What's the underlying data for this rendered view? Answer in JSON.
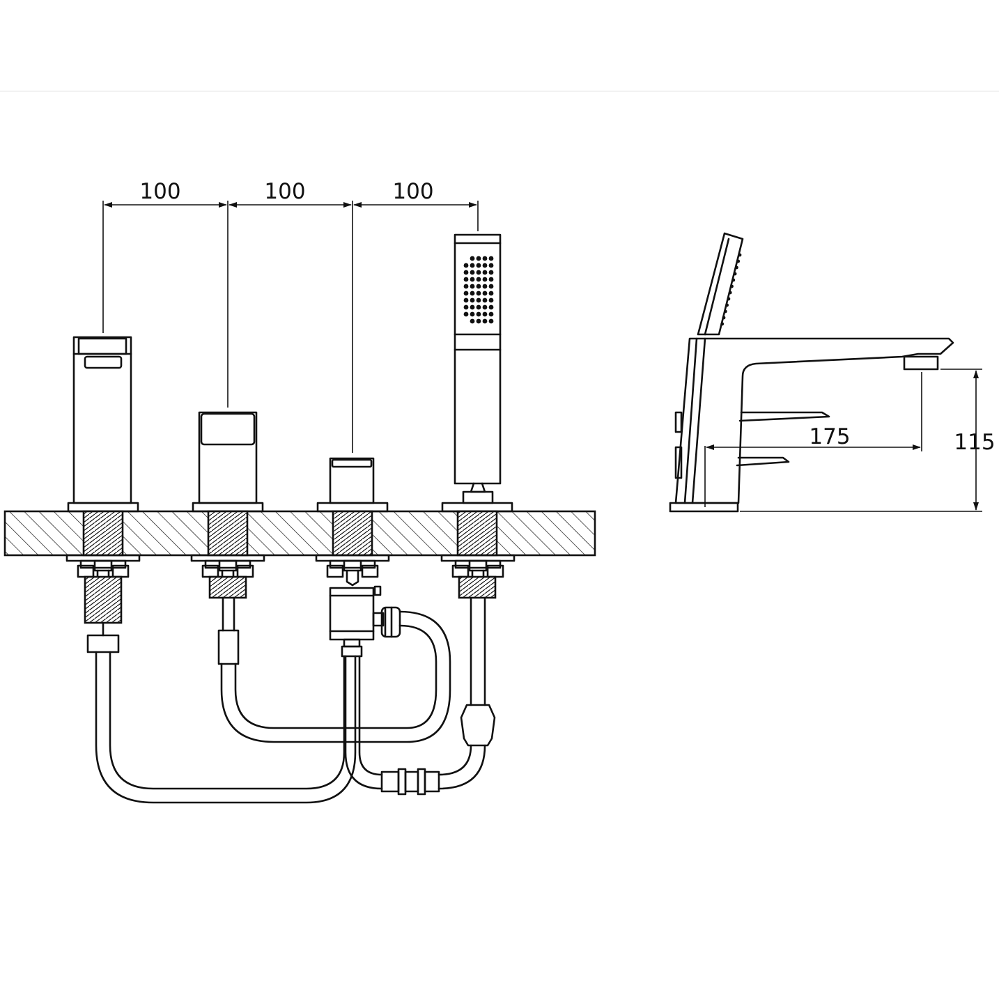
{
  "dimensions": {
    "spacing_1": "100",
    "spacing_2": "100",
    "spacing_3": "100",
    "spout_reach": "175",
    "spout_height": "115"
  },
  "colors": {
    "line": "#111111",
    "background": "#ffffff",
    "separator": "#eeeeee"
  }
}
